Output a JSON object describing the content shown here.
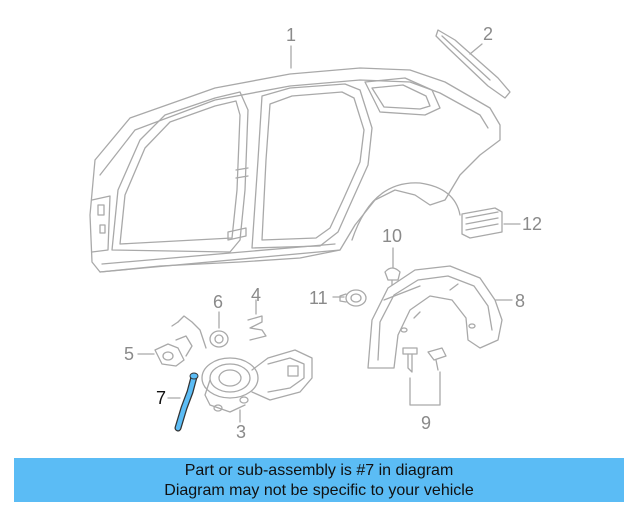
{
  "callouts": {
    "c1": "1",
    "c2": "2",
    "c3": "3",
    "c4": "4",
    "c5": "5",
    "c6": "6",
    "c7": "7",
    "c8": "8",
    "c9": "9",
    "c10": "10",
    "c11": "11",
    "c12": "12"
  },
  "banner": {
    "line1": "Part or sub-assembly is #7 in diagram",
    "line2": "Diagram may not be specific to your vehicle"
  },
  "colors": {
    "line": "#a9a9a9",
    "highlight": "#5bbcf5",
    "banner_bg": "#5bbcf5"
  }
}
